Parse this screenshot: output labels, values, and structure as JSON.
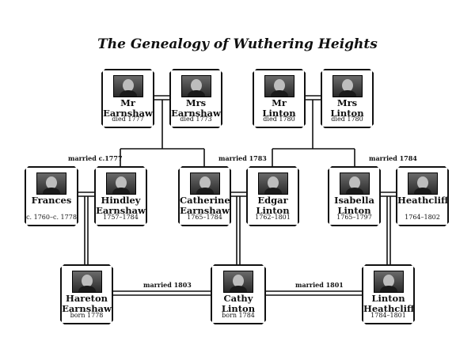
{
  "title": "The Genealogy of Wuthering Heights",
  "people": {
    "mr_earnshaw": {
      "name": "Mr\nEarnshaw",
      "dates": "died 1777"
    },
    "mrs_earnshaw": {
      "name": "Mrs\nEarnshaw",
      "dates": "died 1773"
    },
    "mr_linton": {
      "name": "Mr\nLinton",
      "dates": "died 1780"
    },
    "mrs_linton": {
      "name": "Mrs\nLinton",
      "dates": "died 1780"
    },
    "frances": {
      "name": "Frances",
      "dates": "c. 1760–c. 1778"
    },
    "hindley": {
      "name": "Hindley\nEarnshaw",
      "dates": "1757–1784"
    },
    "catherine": {
      "name": "Catherine\nEarnshaw",
      "dates": "1765–1784"
    },
    "edgar": {
      "name": "Edgar\nLinton",
      "dates": "1762–1801"
    },
    "isabella": {
      "name": "Isabella\nLinton",
      "dates": "1765–1797"
    },
    "heathcliff": {
      "name": "Heathcliff",
      "dates": "1764–1802"
    },
    "hareton": {
      "name": "Hareton\nEarnshaw",
      "dates": "born 1778"
    },
    "cathy": {
      "name": "Cathy\nLinton",
      "dates": "born 1784"
    },
    "linton": {
      "name": "Linton\nHeathcliff",
      "dates": "1784–1801"
    }
  },
  "marriages": {
    "hindley_frances": "married c.1777",
    "catherine_edgar": "married 1783",
    "isabella_heathcliff": "married 1784",
    "hareton_cathy": "married 1803",
    "cathy_linton": "married 1801"
  }
}
